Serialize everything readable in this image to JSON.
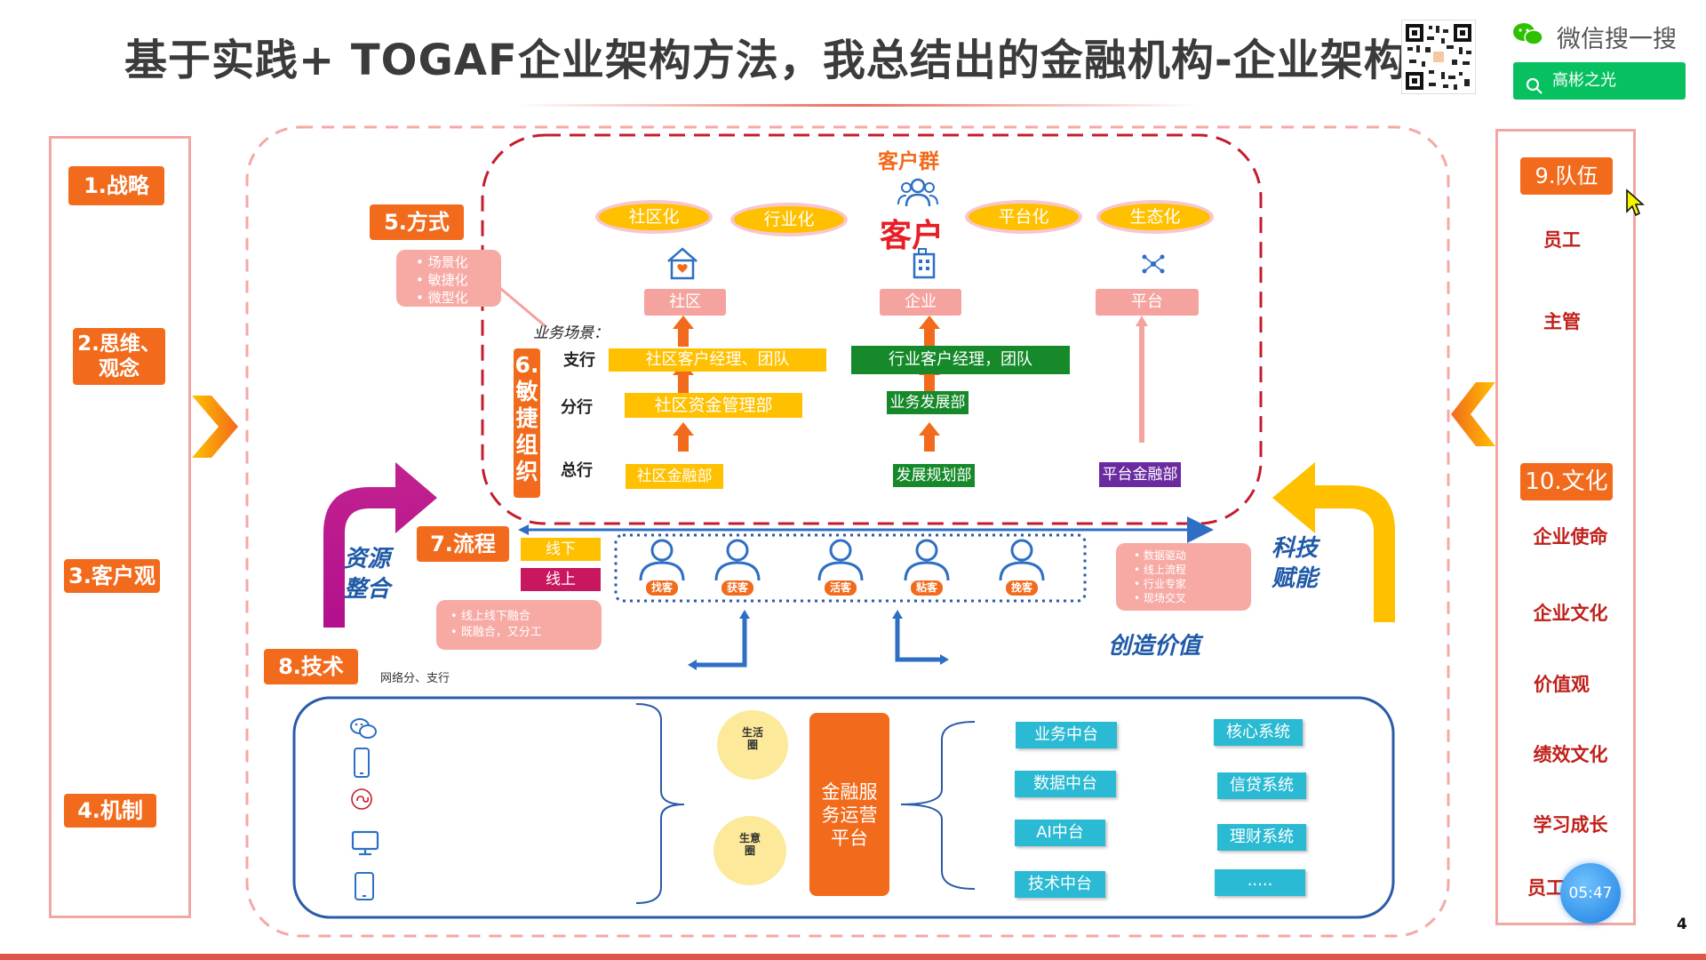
{
  "header": {
    "title": "基于实践+ TOGAF企业架构方法，我总结出的金融机构-企业架构",
    "brand": "微信搜一搜",
    "search_text": "高彬之光"
  },
  "left_panel": [
    "1.战略",
    "2.思维、观念",
    "3.客户观",
    "4.机制"
  ],
  "right_panel": {
    "team_title": "9.队伍",
    "team_items": [
      "员工",
      "主管"
    ],
    "culture_title": "10.文化",
    "culture_items": [
      "企业使命",
      "企业文化",
      "价值观",
      "绩效文化",
      "学习成长",
      "员工"
    ]
  },
  "customer": {
    "group_title": "客户群",
    "title": "客户",
    "ovals": [
      "社区化",
      "行业化",
      "平台化",
      "生态化"
    ],
    "segments": [
      "社区",
      "企业",
      "平台"
    ]
  },
  "method": {
    "title": "5.方式",
    "bullets": [
      "场景化",
      "敏捷化",
      "微型化"
    ]
  },
  "org": {
    "title": "6.敏捷组织",
    "scene_label": "业务场景：",
    "levels": [
      "支行",
      "分行",
      "总行"
    ],
    "community": [
      "社区客户经理、团队",
      "社区资金管理部",
      "社区金融部"
    ],
    "enterprise": [
      "行业客户经理，团队",
      "业务发展部",
      "发展规划部"
    ],
    "platform": [
      "平台金融部"
    ]
  },
  "process": {
    "title": "7.流程",
    "offline": "线下",
    "online": "线上",
    "bullets": [
      "线上线下融合",
      "既融合，又分工"
    ],
    "stages": [
      "找客",
      "获客",
      "活客",
      "粘客",
      "挽客"
    ],
    "value_bullets": [
      "数据驱动",
      "线上流程",
      "行业专家",
      "现场交叉"
    ]
  },
  "side_labels": {
    "resource": "资源整合",
    "tech_empower": "科技赋能",
    "value": "创造价值"
  },
  "tech": {
    "title": "8.技术",
    "note": "网络分、支行",
    "circles": [
      "生活圈",
      "生意圈"
    ],
    "platform": "金融服务运营平台",
    "middle": [
      "业务中台",
      "数据中台",
      "AI中台",
      "技术中台"
    ],
    "systems": [
      "核心系统",
      "信贷系统",
      "理财系统",
      "....."
    ]
  },
  "overlay": {
    "timer": "05:47",
    "page_number": "4"
  },
  "colors": {
    "orange": "#f26a1b",
    "yellow": "#ffc000",
    "green": "#168a2b",
    "purple": "#6a2aa0",
    "teal": "#2bbad3",
    "red_text": "#c0201a",
    "dashed_red": "#c41c2e"
  }
}
